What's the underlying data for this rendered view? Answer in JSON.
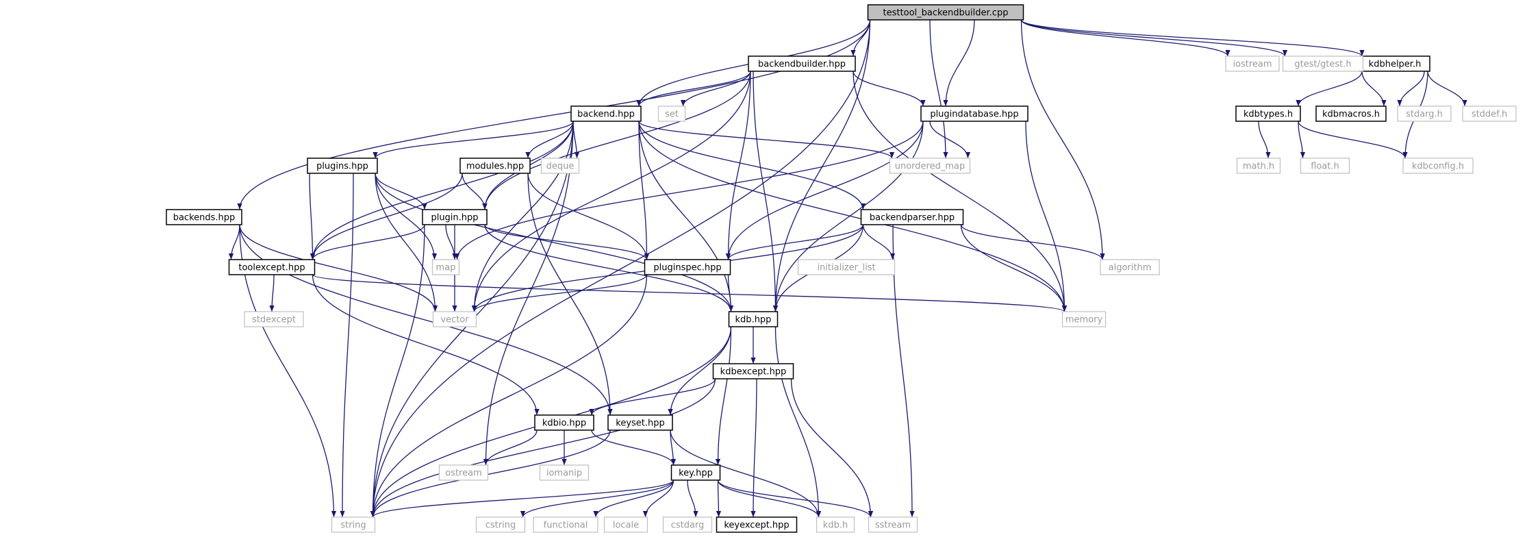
{
  "diagram": {
    "root": "testtool_backendbuilder.cpp",
    "nodes": [
      {
        "id": "root",
        "label": "testtool_backendbuilder.cpp",
        "kind": "root"
      },
      {
        "id": "backendbuilder_hpp",
        "label": "backendbuilder.hpp",
        "kind": "doc"
      },
      {
        "id": "backend_hpp",
        "label": "backend.hpp",
        "kind": "doc"
      },
      {
        "id": "backends_hpp",
        "label": "backends.hpp",
        "kind": "doc"
      },
      {
        "id": "plugins_hpp",
        "label": "plugins.hpp",
        "kind": "doc"
      },
      {
        "id": "modules_hpp",
        "label": "modules.hpp",
        "kind": "doc"
      },
      {
        "id": "plugin_hpp",
        "label": "plugin.hpp",
        "kind": "doc"
      },
      {
        "id": "toolexcept_hpp",
        "label": "toolexcept.hpp",
        "kind": "doc"
      },
      {
        "id": "plugindatabase_hpp",
        "label": "plugindatabase.hpp",
        "kind": "doc"
      },
      {
        "id": "backendparser_hpp",
        "label": "backendparser.hpp",
        "kind": "doc"
      },
      {
        "id": "pluginspec_hpp",
        "label": "pluginspec.hpp",
        "kind": "doc"
      },
      {
        "id": "kdb_hpp",
        "label": "kdb.hpp",
        "kind": "doc"
      },
      {
        "id": "kdbexcept_hpp",
        "label": "kdbexcept.hpp",
        "kind": "doc"
      },
      {
        "id": "kdbio_hpp",
        "label": "kdbio.hpp",
        "kind": "doc"
      },
      {
        "id": "keyset_hpp",
        "label": "keyset.hpp",
        "kind": "doc"
      },
      {
        "id": "key_hpp",
        "label": "key.hpp",
        "kind": "doc"
      },
      {
        "id": "keyexcept_hpp",
        "label": "keyexcept.hpp",
        "kind": "doc"
      },
      {
        "id": "kdbhelper_h",
        "label": "kdbhelper.h",
        "kind": "doc"
      },
      {
        "id": "kdbtypes_h",
        "label": "kdbtypes.h",
        "kind": "doc"
      },
      {
        "id": "kdbmacros_h",
        "label": "kdbmacros.h",
        "kind": "doc"
      },
      {
        "id": "kdb_h",
        "label": "kdb.h",
        "kind": "ext"
      },
      {
        "id": "string",
        "label": "string",
        "kind": "ext"
      },
      {
        "id": "set",
        "label": "set",
        "kind": "ext"
      },
      {
        "id": "deque",
        "label": "deque",
        "kind": "ext"
      },
      {
        "id": "unordered_map",
        "label": "unordered_map",
        "kind": "ext"
      },
      {
        "id": "map",
        "label": "map",
        "kind": "ext"
      },
      {
        "id": "vector",
        "label": "vector",
        "kind": "ext"
      },
      {
        "id": "stdexcept",
        "label": "stdexcept",
        "kind": "ext"
      },
      {
        "id": "initializer_list",
        "label": "initializer_list",
        "kind": "ext"
      },
      {
        "id": "algorithm",
        "label": "algorithm",
        "kind": "ext"
      },
      {
        "id": "memory",
        "label": "memory",
        "kind": "ext"
      },
      {
        "id": "iostream",
        "label": "iostream",
        "kind": "ext"
      },
      {
        "id": "gtest",
        "label": "gtest/gtest.h",
        "kind": "ext"
      },
      {
        "id": "stdarg_h",
        "label": "stdarg.h",
        "kind": "ext"
      },
      {
        "id": "stddef_h",
        "label": "stddef.h",
        "kind": "ext"
      },
      {
        "id": "math_h",
        "label": "math.h",
        "kind": "ext"
      },
      {
        "id": "float_h",
        "label": "float.h",
        "kind": "ext"
      },
      {
        "id": "kdbconfig_h",
        "label": "kdbconfig.h",
        "kind": "ext"
      },
      {
        "id": "ostream",
        "label": "ostream",
        "kind": "ext"
      },
      {
        "id": "iomanip",
        "label": "iomanip",
        "kind": "ext"
      },
      {
        "id": "sstream",
        "label": "sstream",
        "kind": "ext"
      },
      {
        "id": "cstring",
        "label": "cstring",
        "kind": "ext"
      },
      {
        "id": "functional",
        "label": "functional",
        "kind": "ext"
      },
      {
        "id": "locale",
        "label": "locale",
        "kind": "ext"
      },
      {
        "id": "cstdarg",
        "label": "cstdarg",
        "kind": "ext"
      }
    ],
    "edges": [
      [
        "root",
        "string"
      ],
      [
        "root",
        "backend_hpp"
      ],
      [
        "root",
        "backends_hpp"
      ],
      [
        "root",
        "backendbuilder_hpp"
      ],
      [
        "root",
        "unordered_map"
      ],
      [
        "root",
        "plugindatabase_hpp"
      ],
      [
        "root",
        "algorithm"
      ],
      [
        "root",
        "kdb_hpp"
      ],
      [
        "root",
        "iostream"
      ],
      [
        "root",
        "gtest"
      ],
      [
        "root",
        "kdbhelper_h"
      ],
      [
        "backendbuilder_hpp",
        "backend_hpp"
      ],
      [
        "backendbuilder_hpp",
        "set"
      ],
      [
        "backendbuilder_hpp",
        "plugin_hpp"
      ],
      [
        "backendbuilder_hpp",
        "vector"
      ],
      [
        "backendbuilder_hpp",
        "pluginspec_hpp"
      ],
      [
        "backendbuilder_hpp",
        "kdb_hpp"
      ],
      [
        "backendbuilder_hpp",
        "plugindatabase_hpp"
      ],
      [
        "backendbuilder_hpp",
        "memory"
      ],
      [
        "backend_hpp",
        "string"
      ],
      [
        "backend_hpp",
        "ostream"
      ],
      [
        "backend_hpp",
        "toolexcept_hpp"
      ],
      [
        "backend_hpp",
        "plugins_hpp"
      ],
      [
        "backend_hpp",
        "plugin_hpp"
      ],
      [
        "backend_hpp",
        "modules_hpp"
      ],
      [
        "backend_hpp",
        "deque"
      ],
      [
        "backend_hpp",
        "unordered_map"
      ],
      [
        "backend_hpp",
        "vector"
      ],
      [
        "backend_hpp",
        "pluginspec_hpp"
      ],
      [
        "backend_hpp",
        "kdb_hpp"
      ],
      [
        "backend_hpp",
        "backendparser_hpp"
      ],
      [
        "backend_hpp",
        "memory"
      ],
      [
        "backends_hpp",
        "toolexcept_hpp"
      ],
      [
        "backends_hpp",
        "string"
      ],
      [
        "backends_hpp",
        "vector"
      ],
      [
        "backends_hpp",
        "keyset_hpp"
      ],
      [
        "plugins_hpp",
        "string"
      ],
      [
        "plugins_hpp",
        "toolexcept_hpp"
      ],
      [
        "plugins_hpp",
        "plugin_hpp"
      ],
      [
        "plugins_hpp",
        "map"
      ],
      [
        "plugins_hpp",
        "vector"
      ],
      [
        "plugins_hpp",
        "kdb_hpp"
      ],
      [
        "modules_hpp",
        "toolexcept_hpp"
      ],
      [
        "modules_hpp",
        "plugin_hpp"
      ],
      [
        "modules_hpp",
        "pluginspec_hpp"
      ],
      [
        "modules_hpp",
        "keyset_hpp"
      ],
      [
        "plugin_hpp",
        "toolexcept_hpp"
      ],
      [
        "plugin_hpp",
        "map"
      ],
      [
        "plugin_hpp",
        "vector"
      ],
      [
        "plugin_hpp",
        "string"
      ],
      [
        "plugin_hpp",
        "pluginspec_hpp"
      ],
      [
        "plugin_hpp",
        "kdb_hpp"
      ],
      [
        "toolexcept_hpp",
        "stdexcept"
      ],
      [
        "toolexcept_hpp",
        "memory"
      ],
      [
        "toolexcept_hpp",
        "kdbio_hpp"
      ],
      [
        "plugindatabase_hpp",
        "unordered_map"
      ],
      [
        "plugindatabase_hpp",
        "map"
      ],
      [
        "plugindatabase_hpp",
        "pluginspec_hpp"
      ],
      [
        "plugindatabase_hpp",
        "kdb_hpp"
      ],
      [
        "plugindatabase_hpp",
        "memory"
      ],
      [
        "backendparser_hpp",
        "pluginspec_hpp"
      ],
      [
        "backendparser_hpp",
        "initializer_list"
      ],
      [
        "backendparser_hpp",
        "vector"
      ],
      [
        "backendparser_hpp",
        "algorithm"
      ],
      [
        "backendparser_hpp",
        "kdb_hpp"
      ],
      [
        "backendparser_hpp",
        "memory"
      ],
      [
        "backendparser_hpp",
        "sstream"
      ],
      [
        "pluginspec_hpp",
        "vector"
      ],
      [
        "pluginspec_hpp",
        "string"
      ],
      [
        "pluginspec_hpp",
        "kdb_hpp"
      ],
      [
        "kdb_hpp",
        "string"
      ],
      [
        "kdb_hpp",
        "kdbexcept_hpp"
      ],
      [
        "kdb_hpp",
        "keyset_hpp"
      ],
      [
        "kdb_hpp",
        "key_hpp"
      ],
      [
        "kdb_hpp",
        "kdb_h"
      ],
      [
        "kdbexcept_hpp",
        "kdbio_hpp"
      ],
      [
        "kdbexcept_hpp",
        "string"
      ],
      [
        "kdbexcept_hpp",
        "keyexcept_hpp"
      ],
      [
        "kdbexcept_hpp",
        "sstream"
      ],
      [
        "kdbio_hpp",
        "ostream"
      ],
      [
        "kdbio_hpp",
        "iomanip"
      ],
      [
        "kdbio_hpp",
        "key_hpp"
      ],
      [
        "keyset_hpp",
        "key_hpp"
      ],
      [
        "keyset_hpp",
        "string"
      ],
      [
        "keyset_hpp",
        "kdb_h"
      ],
      [
        "key_hpp",
        "string"
      ],
      [
        "key_hpp",
        "cstring"
      ],
      [
        "key_hpp",
        "functional"
      ],
      [
        "key_hpp",
        "locale"
      ],
      [
        "key_hpp",
        "cstdarg"
      ],
      [
        "key_hpp",
        "keyexcept_hpp"
      ],
      [
        "key_hpp",
        "kdb_h"
      ],
      [
        "key_hpp",
        "sstream"
      ],
      [
        "kdbhelper_h",
        "kdbtypes_h"
      ],
      [
        "kdbhelper_h",
        "kdbmacros_h"
      ],
      [
        "kdbhelper_h",
        "stdarg_h"
      ],
      [
        "kdbhelper_h",
        "stddef_h"
      ],
      [
        "kdbhelper_h",
        "kdbconfig_h"
      ],
      [
        "kdbtypes_h",
        "math_h"
      ],
      [
        "kdbtypes_h",
        "float_h"
      ],
      [
        "kdbtypes_h",
        "kdbconfig_h"
      ]
    ]
  }
}
